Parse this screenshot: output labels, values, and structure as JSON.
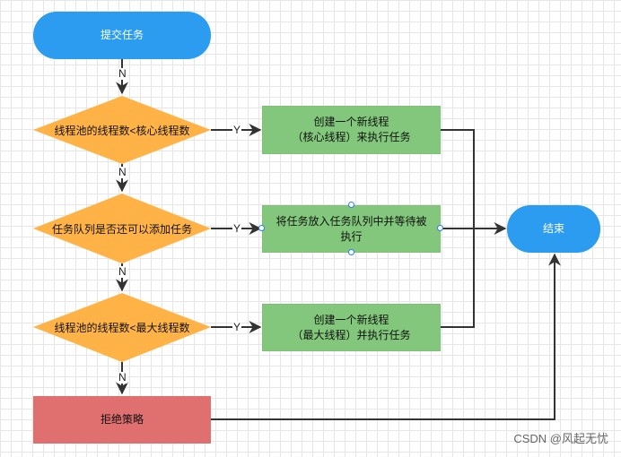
{
  "nodes": {
    "start": "提交任务",
    "cond_core": "线程池的线程数<核心线程数",
    "cond_queue": "任务队列是否还可以添加任务",
    "cond_max": "线程池的线程数<最大线程数",
    "create_core_line1": "创建一个新线程",
    "create_core_line2": "（核心线程）来执行任务",
    "enqueue_line1": "将任务放入任务队列中并等待被",
    "enqueue_line2": "执行",
    "create_max_line1": "创建一个新线程",
    "create_max_line2": "（最大线程）并执行任务",
    "reject": "拒绝策略",
    "end": "结束"
  },
  "edge_labels": {
    "n1": "N",
    "n2": "N",
    "n3": "N",
    "n4": "N",
    "y1": "Y",
    "y2": "Y",
    "y3": "Y"
  },
  "watermark": "CSDN @风起无忧",
  "colors": {
    "terminal": "#2b9cf0",
    "decision": "#ffb347",
    "process": "#82c77b",
    "reject": "#e06f6f",
    "edge": "#333333"
  }
}
